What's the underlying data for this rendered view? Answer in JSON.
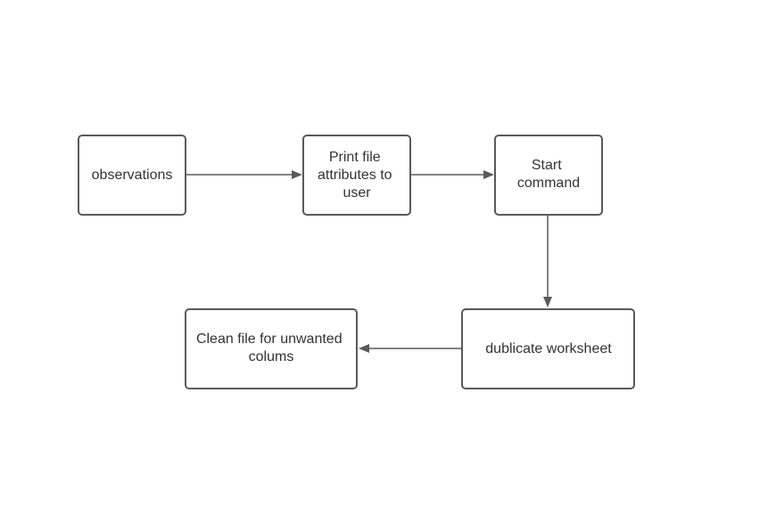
{
  "flowchart": {
    "nodes": [
      {
        "id": "observations",
        "lines": [
          "observations"
        ]
      },
      {
        "id": "print-attributes",
        "lines": [
          "Print file",
          "attributes to",
          "user"
        ]
      },
      {
        "id": "start-command",
        "lines": [
          "Start",
          "command"
        ]
      },
      {
        "id": "duplicate-worksheet",
        "lines": [
          "dublicate worksheet"
        ]
      },
      {
        "id": "clean-file",
        "lines": [
          "Clean file for unwanted",
          "colums"
        ]
      }
    ],
    "edges": [
      {
        "from": "observations",
        "to": "print-attributes"
      },
      {
        "from": "print-attributes",
        "to": "start-command"
      },
      {
        "from": "start-command",
        "to": "duplicate-worksheet"
      },
      {
        "from": "duplicate-worksheet",
        "to": "clean-file"
      }
    ],
    "colors": {
      "stroke": "#5a5a5a",
      "text": "#333333",
      "background": "#ffffff"
    }
  }
}
